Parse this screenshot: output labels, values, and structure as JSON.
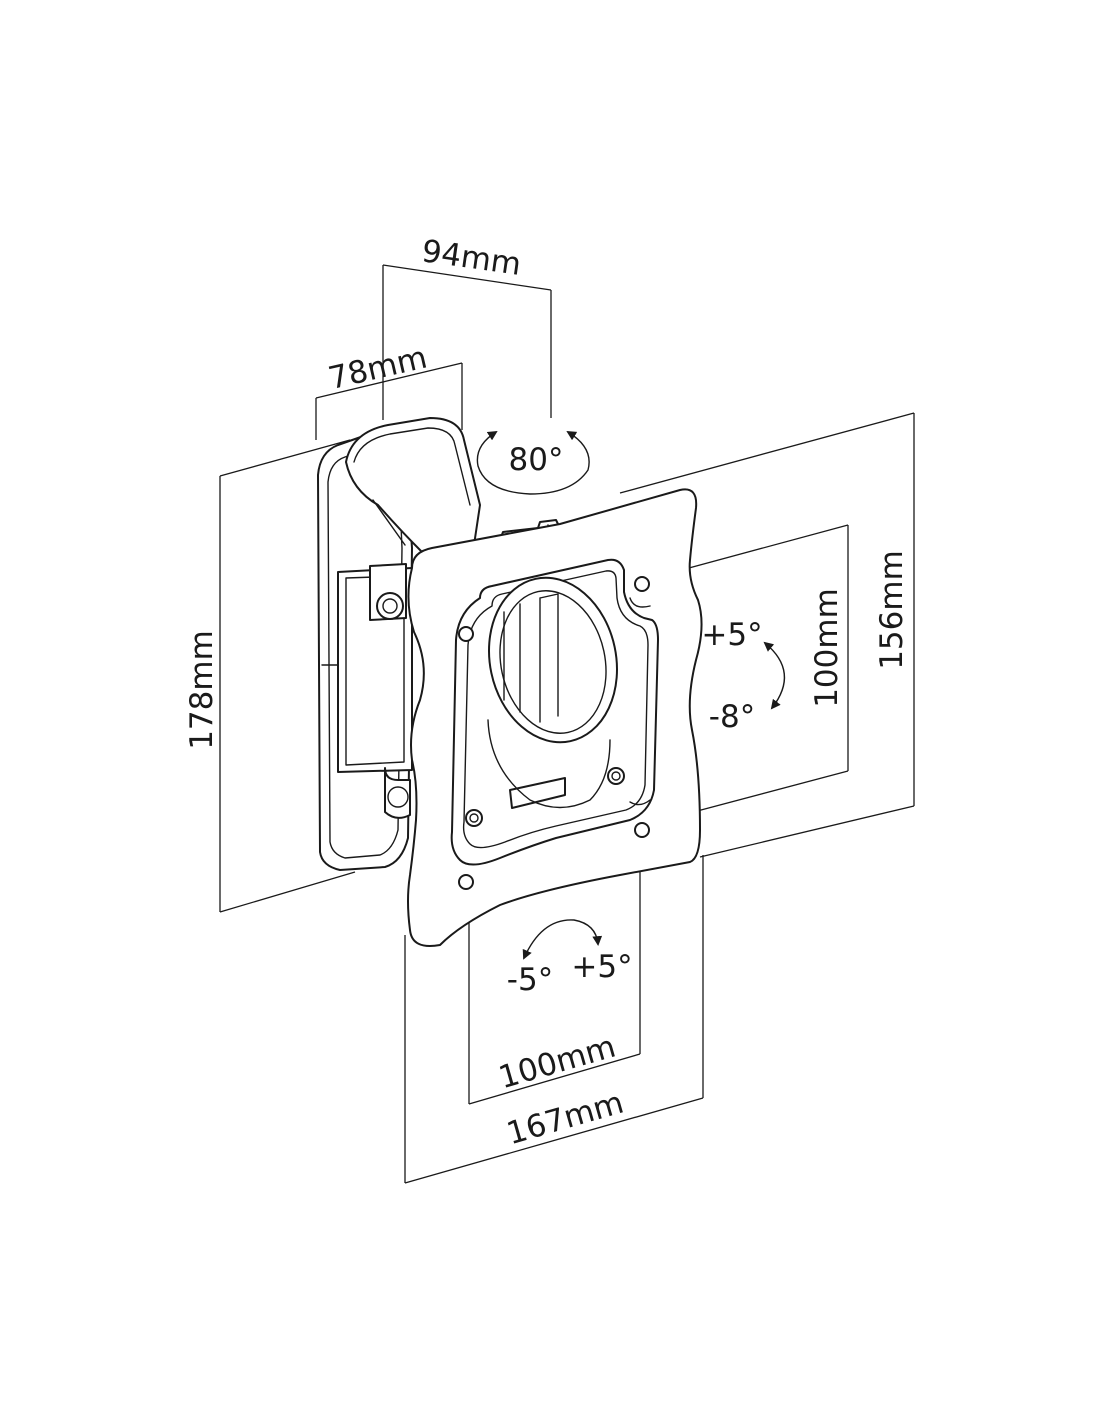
{
  "dimensions": {
    "top_outer": "94mm",
    "top_inner": "78mm",
    "left_height": "178mm",
    "right_height": "156mm",
    "vesa_vertical": "100mm",
    "vesa_horizontal": "100mm",
    "plate_width": "167mm"
  },
  "angles": {
    "swivel": "80°",
    "tilt_up": "+5°",
    "tilt_down": "-8°",
    "rotate_left": "-5°",
    "rotate_right": "+5°"
  },
  "colors": {
    "line": "#1a1a1a",
    "background": "#ffffff"
  }
}
